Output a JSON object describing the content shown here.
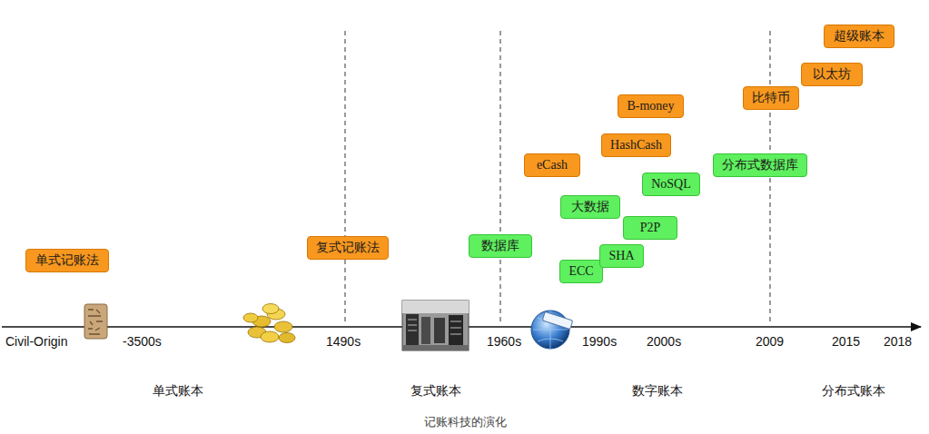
{
  "diagram": {
    "caption": "记账科技的演化",
    "nodes": [
      {
        "text": [
          "单式记账法"
        ]
      },
      {
        "text": [
          "复式记账法"
        ]
      },
      {
        "text": [
          "数据库"
        ]
      },
      {
        "text": [
          "eCash"
        ]
      },
      {
        "text": [
          "ECC"
        ]
      },
      {
        "text": [
          "大数据"
        ]
      },
      {
        "text": [
          "SHA"
        ]
      },
      {
        "text": [
          "HashCash"
        ]
      },
      {
        "text": [
          "P2P"
        ]
      },
      {
        "text": [
          "B-money"
        ]
      },
      {
        "text": [
          "NoSQL"
        ]
      },
      {
        "text": [
          "分布式数据库"
        ]
      },
      {
        "text": [
          "比特币"
        ]
      },
      {
        "text": [
          "以太坊"
        ]
      },
      {
        "text": [
          "超级账本"
        ]
      }
    ],
    "labels": [
      "Civil-Origin",
      "-3500s",
      "1490s",
      "1960s",
      "1990s",
      "2000s",
      "2009",
      "2015",
      "2018",
      "单式账本",
      "复式账本",
      "数字账本",
      "分布式账本"
    ]
  }
}
